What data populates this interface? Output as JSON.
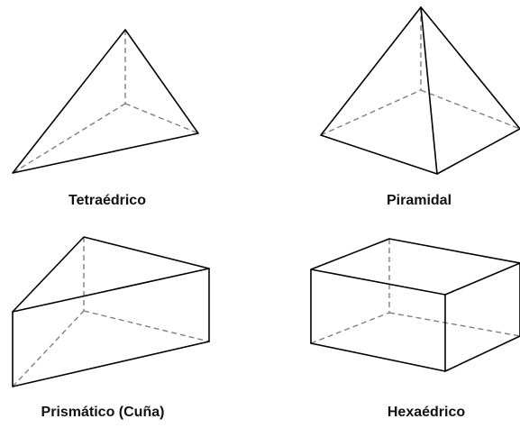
{
  "shapes": [
    {
      "label": "Tetraédrico"
    },
    {
      "label": "Piramidal"
    },
    {
      "label": "Prismático (Cuña)"
    },
    {
      "label": "Hexaédrico"
    }
  ]
}
